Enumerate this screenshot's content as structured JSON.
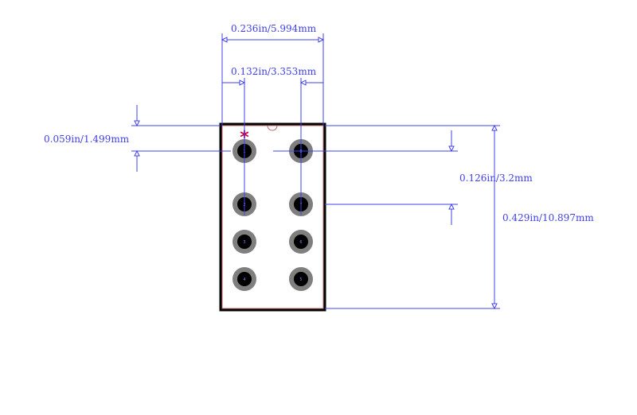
{
  "colors": {
    "dimension": "#4040e8",
    "outline": "#000000",
    "courtyard": "#c86464",
    "pad_ring": "#7f7f7f",
    "pad_hole": "#000000",
    "pin1_marker": "#c8003c",
    "background": "#ffffff"
  },
  "pin1_marker_symbol": "*",
  "dimensions": {
    "overall_width": "0.236in/5.994mm",
    "pad_pitch_x": "0.132in/3.353mm",
    "pin1_offset_y": "0.059in/1.499mm",
    "pad_pitch_y": "0.126in/3.2mm",
    "overall_height": "0.429in/10.897mm"
  },
  "pads": {
    "left_column": [
      "1",
      "2",
      "3",
      "4"
    ],
    "right_column": [
      "8",
      "7",
      "6",
      "5"
    ]
  }
}
